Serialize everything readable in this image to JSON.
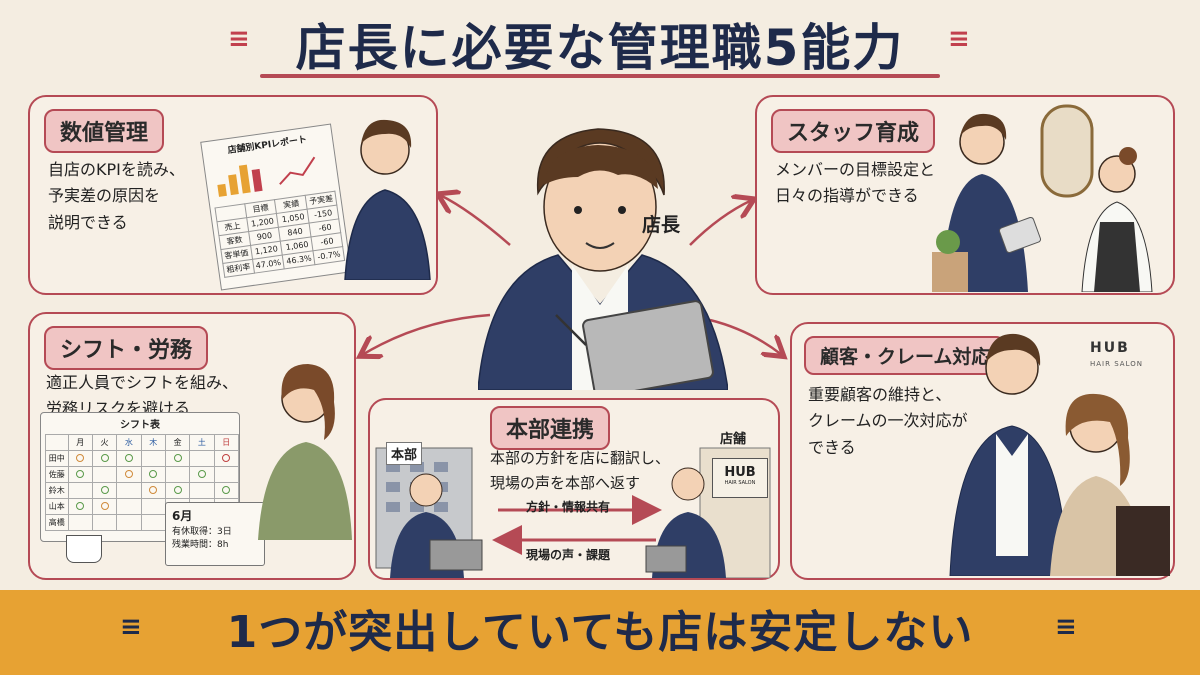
{
  "title": "店長に必要な管理職5能力",
  "center": {
    "label": "店長"
  },
  "cards": {
    "numbers": {
      "tag": "数値管理",
      "lines": [
        "自店のKPIを読み、",
        "予実差の原因を",
        "説明できる"
      ]
    },
    "staff": {
      "tag": "スタッフ育成",
      "lines": [
        "メンバーの目標設定と",
        "日々の指導ができる"
      ]
    },
    "shift": {
      "tag": "シフト・労務",
      "lines": [
        "適正人員でシフトを組み、",
        "労務リスクを避ける"
      ]
    },
    "hq": {
      "tag": "本部連携",
      "lines": [
        "本部の方針を店に翻訳し、",
        "現場の声を本部へ返す"
      ]
    },
    "customer": {
      "tag": "顧客・クレーム対応",
      "lines": [
        "重要顧客の維持と、",
        "クレームの一次対応が",
        "できる"
      ]
    }
  },
  "kpi_report": {
    "title": "店舗別KPIレポート",
    "headers": [
      "",
      "目標",
      "実績",
      "予実差"
    ],
    "rows": [
      [
        "売上",
        "1,200",
        "1,050",
        "-150"
      ],
      [
        "客数",
        "900",
        "840",
        "-60"
      ],
      [
        "客単価",
        "1,120",
        "1,060",
        "-60"
      ],
      [
        "粗利率",
        "47.0%",
        "46.3%",
        "-0.7%"
      ]
    ]
  },
  "shift_table": {
    "title": "シフト表",
    "days": [
      "月",
      "火",
      "水",
      "木",
      "金",
      "土",
      "日"
    ],
    "names": [
      "田中",
      "佐藤",
      "鈴木",
      "山本",
      "高橋"
    ]
  },
  "calendar": {
    "month": "6月",
    "leave": "有休取得：3日",
    "overtime": "残業時間：8h"
  },
  "hq_diagram": {
    "hq_label": "本部",
    "store_label": "店舗",
    "arrow_right": "方針・情報共有",
    "arrow_left": "現場の声・課題",
    "store_sign": "HUB",
    "store_sign_sub": "HAIR SALON"
  },
  "salon_sign": {
    "main": "HUB",
    "sub": "HAIR SALON"
  },
  "footer": "1つが突出していても店は安定しない",
  "colors": {
    "accent": "#b54a55",
    "tag_bg": "#f0c5c4",
    "footer_bg": "#e7a233",
    "navy": "#1e2a4a"
  }
}
